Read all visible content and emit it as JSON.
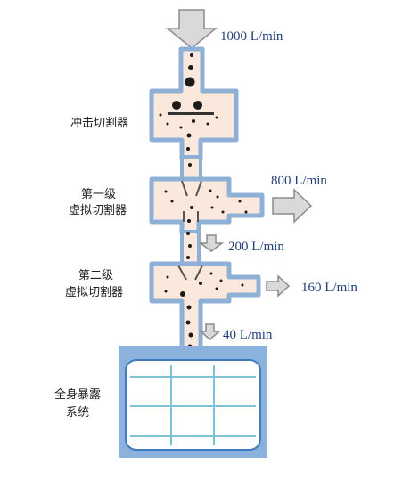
{
  "flows": {
    "inlet": "1000 L/min",
    "stage1_side": "800 L/min",
    "stage1_down": "200 L/min",
    "stage2_side": "160 L/min",
    "stage2_down": "40 L/min"
  },
  "stages": {
    "impactor": "冲击切割器",
    "virtual1_line1": "第一级",
    "virtual1_line2": "虚拟切割器",
    "virtual2_line1": "第二级",
    "virtual2_line2": "虚拟切割器",
    "exposure_line1": "全身暴露",
    "exposure_line2": "系统"
  },
  "colors": {
    "duct_fill": "#fbe8dc",
    "duct_stroke": "#8fb0d6",
    "chamber_outer": "#8bb2dd",
    "chamber_inner": "#3e7bbf",
    "arrow_fill": "#d9d9d9",
    "arrow_stroke": "#8c8c8c",
    "particle": "#1a1a1a",
    "label_text": "#1f3f7a"
  }
}
